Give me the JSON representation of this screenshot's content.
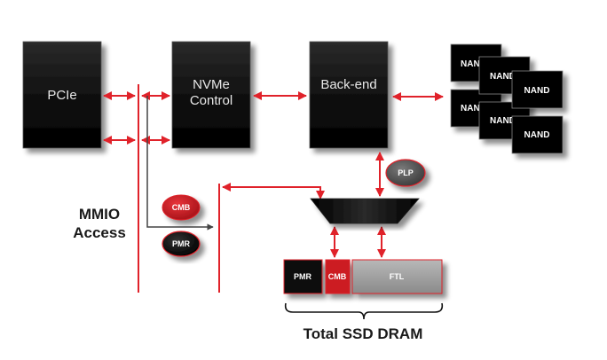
{
  "blocks": {
    "pcie": "PCIe",
    "nvme_line1": "NVMe",
    "nvme_line2": "Control",
    "backend": "Back-end"
  },
  "nand_chips": [
    "NAND",
    "NAND",
    "NAND",
    "NAND",
    "NAND",
    "NAND"
  ],
  "badges": {
    "cmb": "CMB",
    "pmr": "PMR",
    "plp": "PLP"
  },
  "mmio_label": {
    "line1": "MMIO",
    "line2": "Access"
  },
  "dram": {
    "segments": [
      {
        "label": "PMR",
        "color": "#111111"
      },
      {
        "label": "CMB",
        "color": "#cc1f24"
      },
      {
        "label": "FTL",
        "color": "#a0a0a0"
      }
    ],
    "caption": "Total SSD DRAM"
  },
  "colors": {
    "connector": "#e0222a",
    "block": "#0a0a0a",
    "mmio_path": "#444444"
  }
}
